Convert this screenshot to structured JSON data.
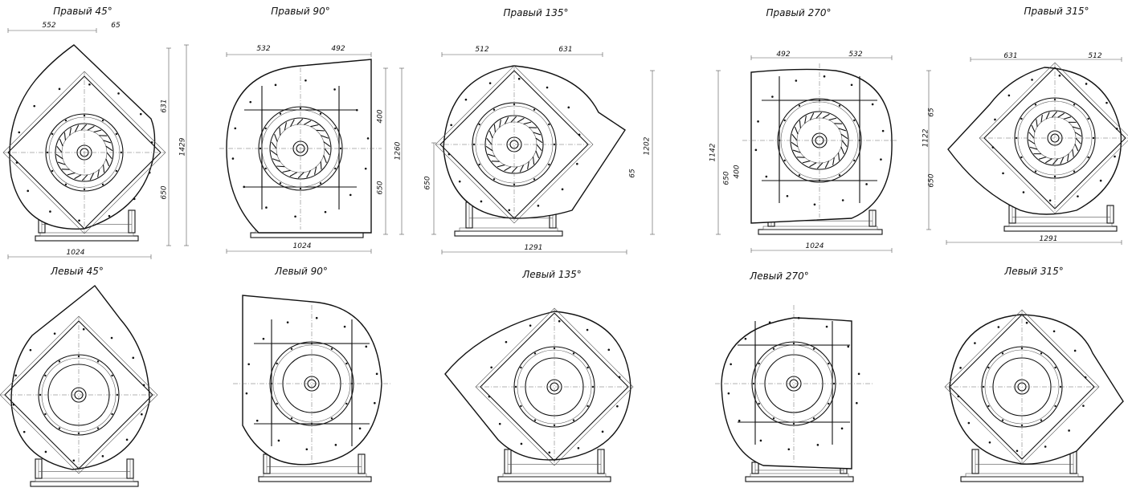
{
  "views": {
    "r45": {
      "title": "Правый 45°",
      "dims": {
        "top_left": "552",
        "top_right": "65",
        "side_upper": "631",
        "side_lower": "650",
        "side_total": "1429",
        "bottom": "1024"
      }
    },
    "r90": {
      "title": "Правый 90°",
      "dims": {
        "top_left": "532",
        "top_right": "492",
        "side_upper": "400",
        "side_lower": "650",
        "side_total": "1260",
        "bottom": "1024"
      }
    },
    "r135": {
      "title": "Правый 135°",
      "dims": {
        "top_left": "512",
        "top_right": "631",
        "side_left": "650",
        "side_total": "1202",
        "side_small": "65",
        "bottom": "1291"
      }
    },
    "r270": {
      "title": "Правый 270°",
      "dims": {
        "top_left": "492",
        "top_right": "532",
        "side_total": "1142",
        "side_lower": "650",
        "side_small": "400",
        "bottom": "1024"
      }
    },
    "r315": {
      "title": "Правый 315°",
      "dims": {
        "top_left": "631",
        "top_right": "512",
        "side_total": "1122",
        "side_small": "65",
        "side_lower": "650",
        "bottom": "1291"
      }
    },
    "l45": {
      "title": "Левый 45°"
    },
    "l90": {
      "title": "Левый 90°"
    },
    "l135": {
      "title": "Левый 135°"
    },
    "l270": {
      "title": "Левый 270°"
    },
    "l315": {
      "title": "Левый 315°"
    }
  }
}
